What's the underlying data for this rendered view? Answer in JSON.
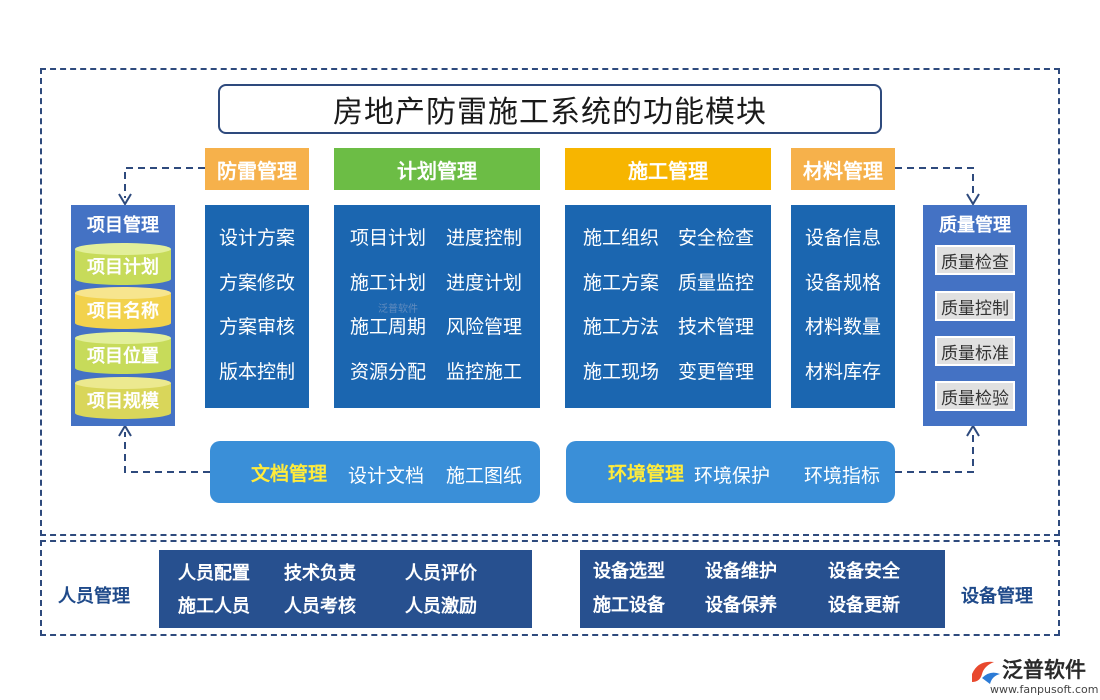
{
  "title": "房地产防雷施工系统的功能模块",
  "columns": [
    {
      "header": "防雷管理",
      "color": "#f6b14b",
      "items": [
        "设计方案",
        "方案修改",
        "方案审核",
        "版本控制"
      ]
    },
    {
      "header": "计划管理",
      "color": "#6cbd45",
      "items": [
        "项目计划",
        "进度控制",
        "施工计划",
        "进度计划",
        "施工周期",
        "风险管理",
        "资源分配",
        "监控施工"
      ]
    },
    {
      "header": "施工管理",
      "color": "#f7b500",
      "items": [
        "施工组织",
        "安全检查",
        "施工方案",
        "质量监控",
        "施工方法",
        "技术管理",
        "施工现场",
        "变更管理"
      ]
    },
    {
      "header": "材料管理",
      "color": "#f6b14b",
      "items": [
        "设备信息",
        "设备规格",
        "材料数量",
        "材料库存"
      ]
    }
  ],
  "left_panel": {
    "title": "项目管理",
    "items": [
      "项目计划",
      "项目名称",
      "项目位置",
      "项目规模"
    ]
  },
  "right_panel": {
    "title": "质量管理",
    "items": [
      "质量检查",
      "质量控制",
      "质量标准",
      "质量检验"
    ]
  },
  "doc_pill": {
    "title": "文档管理",
    "items": [
      "设计文档",
      "施工图纸"
    ]
  },
  "env_pill": {
    "title": "环境管理",
    "items": [
      "环境保护",
      "环境指标"
    ]
  },
  "personnel": {
    "label": "人员管理",
    "items": [
      "人员配置",
      "技术负责",
      "人员评价",
      "施工人员",
      "人员考核",
      "人员激励"
    ]
  },
  "equipment": {
    "label": "设备管理",
    "items": [
      "设备选型",
      "设备维护",
      "设备安全",
      "施工设备",
      "设备保养",
      "设备更新"
    ]
  },
  "logo": {
    "name": "泛普软件",
    "url": "www.fanpusoft.com"
  },
  "watermark": "泛普软件"
}
